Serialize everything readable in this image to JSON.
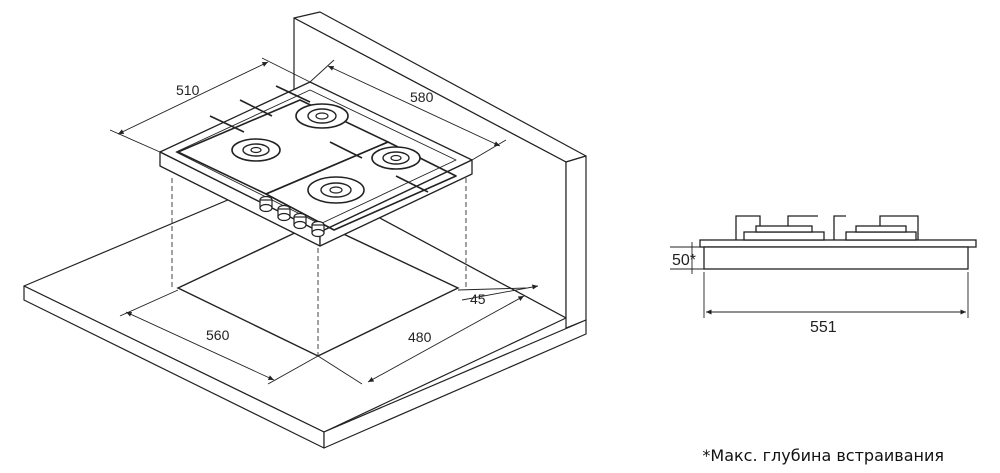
{
  "iso_view": {
    "dims": {
      "hob_depth": "510",
      "hob_width": "580",
      "cutout_width": "560",
      "cutout_depth": "480",
      "edge_offset": "45"
    }
  },
  "side_view": {
    "dims": {
      "build_in_depth": "50*",
      "overall_width": "551"
    }
  },
  "footnote": "*Макс. глубина встраивания"
}
